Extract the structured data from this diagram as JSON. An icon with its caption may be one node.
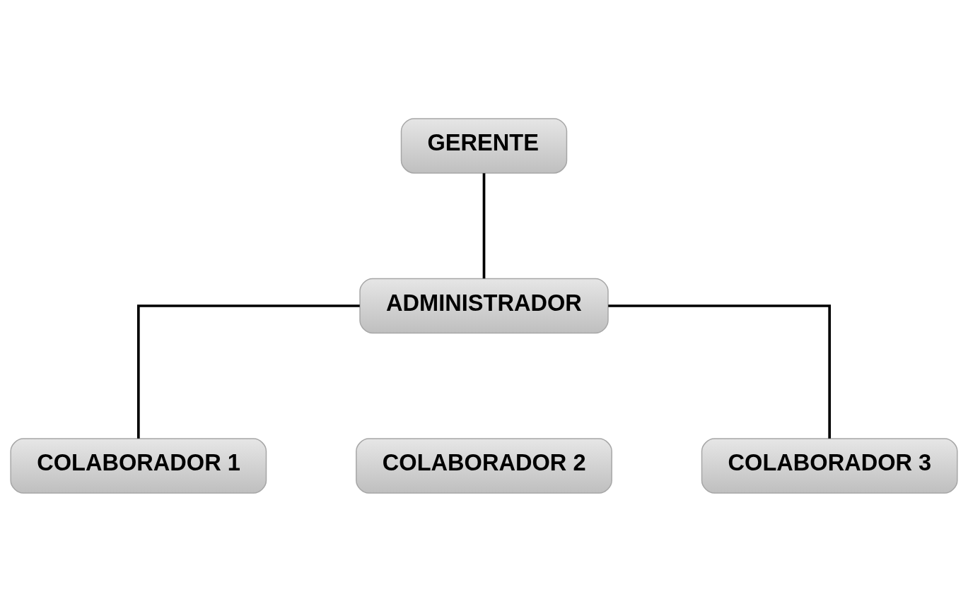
{
  "diagram": {
    "nodes": [
      {
        "text": [
          "GERENTE"
        ]
      },
      {
        "text": [
          "ADMINISTRADOR"
        ]
      },
      {
        "text": [
          "COLABORADOR 1"
        ]
      },
      {
        "text": [
          "COLABORADOR 2"
        ]
      },
      {
        "text": [
          "COLABORADOR 3"
        ]
      }
    ],
    "edges": [
      {
        "from": 0,
        "to": 1,
        "arrow": "none"
      },
      {
        "from": 1,
        "to": 2,
        "arrow": "none"
      },
      {
        "from": 1,
        "to": 4,
        "arrow": "none"
      }
    ]
  }
}
